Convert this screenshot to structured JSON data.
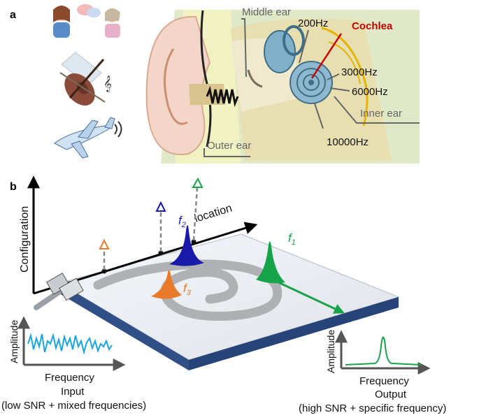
{
  "panel_a": {
    "label": "a",
    "labels": {
      "middle_ear": "Middle ear",
      "cochlea": "Cochlea",
      "f200": "200Hz",
      "f3000": "3000Hz",
      "f6000": "6000Hz",
      "inner_ear": "Inner ear",
      "f10000": "10000Hz",
      "outer_ear": "Outer ear"
    },
    "icons": [
      "people-talking-icon",
      "violin-icon",
      "music-note-icon",
      "airplane-icon"
    ]
  },
  "panel_b": {
    "label": "b",
    "axes": {
      "y": "Configuration",
      "x": "location"
    },
    "freqs": {
      "f1": "f",
      "f1_sub": "1",
      "f2": "f",
      "f2_sub": "2",
      "f3": "f",
      "f3_sub": "3"
    },
    "input_plot": {
      "ylabel": "Amplitude",
      "xlabel": "Frequency",
      "title": "Input",
      "caption": "(low SNR + mixed frequencies)"
    },
    "output_plot": {
      "ylabel": "Amplitude",
      "xlabel": "Frequency",
      "title": "Output",
      "caption": "(high SNR + specific frequency)"
    }
  },
  "colors": {
    "cochlea_label": "#c00000",
    "f1_green": "#16a34a",
    "f2_blue": "#1a1aa8",
    "f3_orange": "#e87a2a",
    "input_signal": "#1aa5e0",
    "plate_top": "#eef1f5",
    "plate_side": "#2f4f86"
  }
}
